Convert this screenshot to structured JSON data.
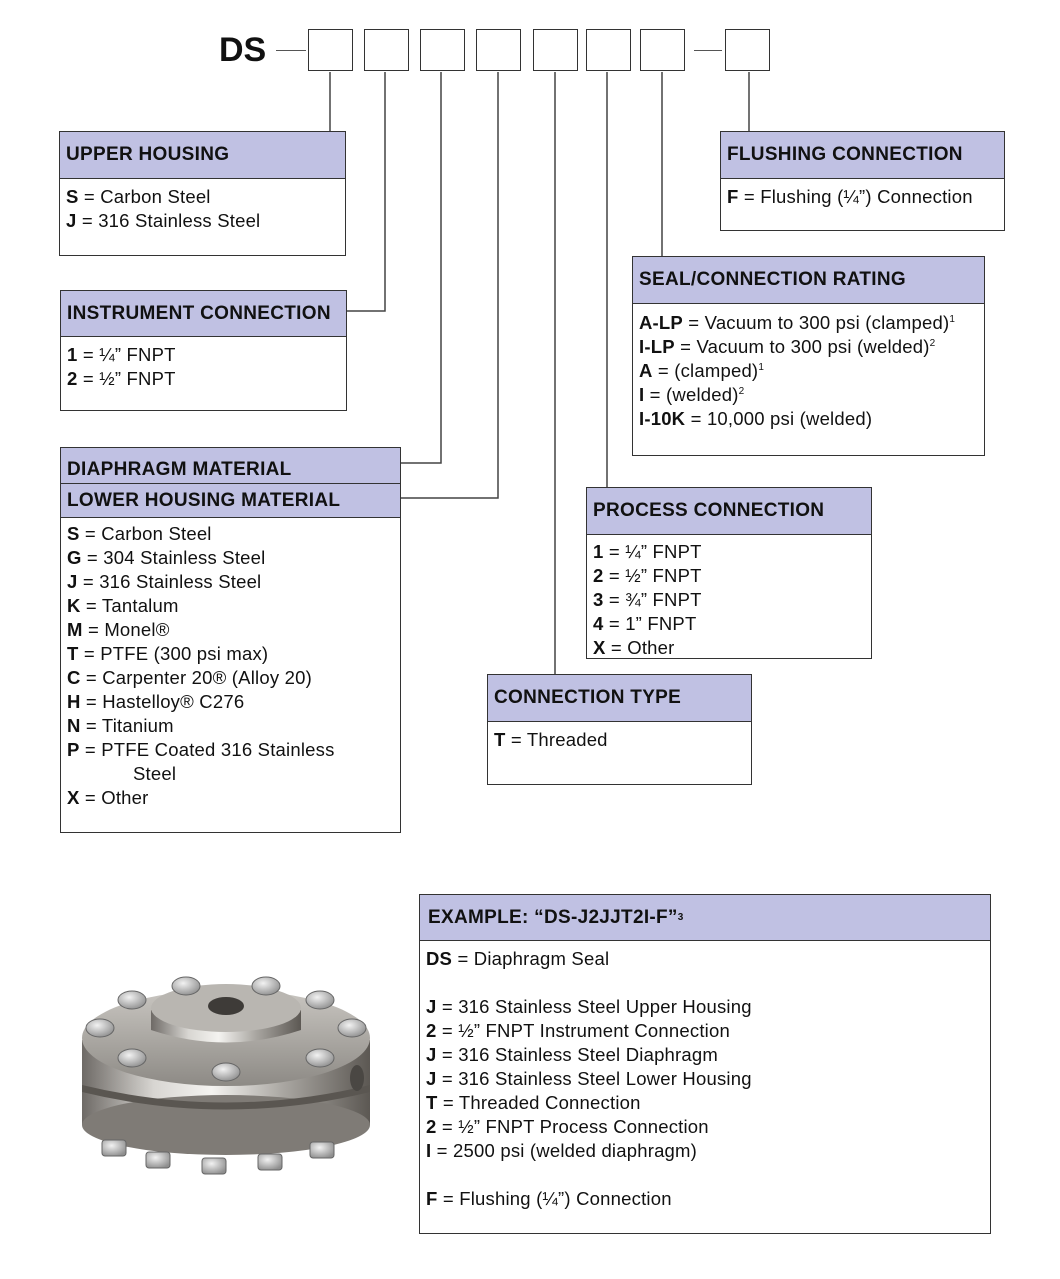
{
  "code": {
    "prefix": "DS"
  },
  "upper_housing": {
    "title": "UPPER HOUSING",
    "items": [
      {
        "key": "S",
        "text": "Carbon Steel"
      },
      {
        "key": "J",
        "text": "316 Stainless Steel"
      }
    ]
  },
  "instrument_connection": {
    "title": "INSTRUMENT CONNECTION",
    "items": [
      {
        "key": "1",
        "text": "¼” FNPT"
      },
      {
        "key": "2",
        "text": "½” FNPT"
      }
    ]
  },
  "diaphragm_material": {
    "title": "DIAPHRAGM MATERIAL",
    "title2": "LOWER HOUSING MATERIAL",
    "items": [
      {
        "key": "S",
        "text": "Carbon Steel"
      },
      {
        "key": "G",
        "text": "304 Stainless Steel"
      },
      {
        "key": "J",
        "text": "316 Stainless Steel"
      },
      {
        "key": "K",
        "text": "Tantalum"
      },
      {
        "key": "M",
        "text": "Monel®"
      },
      {
        "key": "T",
        "text": "PTFE (300 psi max)"
      },
      {
        "key": "C",
        "text": "Carpenter 20® (Alloy 20)"
      },
      {
        "key": "H",
        "text": "Hastelloy® C276"
      },
      {
        "key": "N",
        "text": "Titanium"
      },
      {
        "key": "P",
        "text": "PTFE Coated 316 Stainless",
        "cont": "Steel"
      },
      {
        "key": "X",
        "text": "Other"
      }
    ]
  },
  "flushing_connection": {
    "title": "FLUSHING CONNECTION",
    "items": [
      {
        "key": "F",
        "text": "Flushing (¼”) Connection"
      }
    ]
  },
  "seal_rating": {
    "title": "SEAL/CONNECTION RATING",
    "items": [
      {
        "key": "A-LP",
        "text": "Vacuum to 300 psi (clamped)",
        "sup": "1"
      },
      {
        "key": "I-LP",
        "text": "Vacuum to 300 psi (welded)",
        "sup": "2"
      },
      {
        "key": "A",
        "text": "(clamped)",
        "sup": "1"
      },
      {
        "key": "I",
        "text": "(welded)",
        "sup": "2"
      },
      {
        "key": "I-10K",
        "text": "10,000 psi (welded)",
        "sup": ""
      }
    ]
  },
  "process_connection": {
    "title": "PROCESS CONNECTION",
    "items": [
      {
        "key": "1",
        "text": "¼” FNPT"
      },
      {
        "key": "2",
        "text": "½” FNPT"
      },
      {
        "key": "3",
        "text": "¾” FNPT"
      },
      {
        "key": "4",
        "text": "1” FNPT"
      },
      {
        "key": "X",
        "text": "Other"
      }
    ]
  },
  "connection_type": {
    "title": "CONNECTION TYPE",
    "items": [
      {
        "key": "T",
        "text": "Threaded"
      }
    ]
  },
  "example": {
    "title": "EXAMPLE:  “DS-J2JJT2I-F”",
    "title_sup": "3",
    "lines": [
      {
        "key": "DS",
        "text": "Diaphragm Seal"
      },
      {
        "key": "",
        "text": ""
      },
      {
        "key": "J",
        "text": "316 Stainless Steel Upper Housing"
      },
      {
        "key": "2",
        "text": "½” FNPT Instrument Connection"
      },
      {
        "key": "J",
        "text": "316 Stainless Steel Diaphragm"
      },
      {
        "key": "J",
        "text": "316 Stainless Steel Lower Housing"
      },
      {
        "key": "T",
        "text": "Threaded Connection"
      },
      {
        "key": "2",
        "text": "½” FNPT Process Connection"
      },
      {
        "key": "I",
        "text": "2500 psi (welded diaphragm)"
      },
      {
        "key": "",
        "text": ""
      },
      {
        "key": "F",
        "text": "Flushing (¼”) Connection"
      }
    ]
  },
  "photo": {
    "subject": "diaphragm-seal-product-photo"
  }
}
